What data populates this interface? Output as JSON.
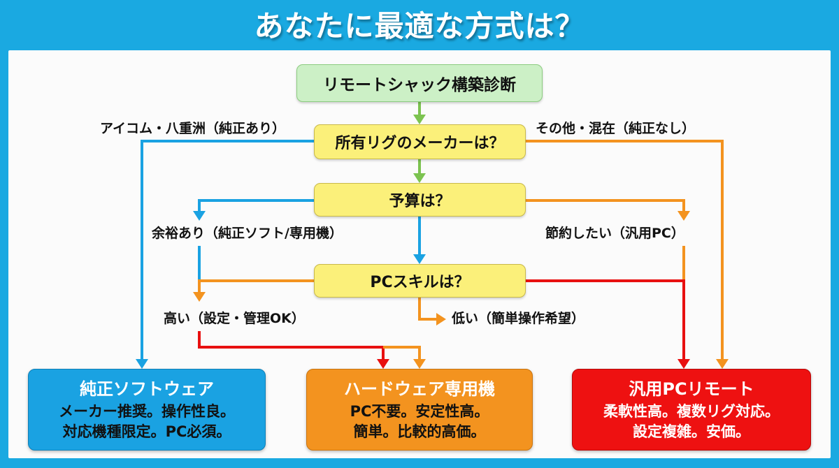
{
  "header": {
    "title": "あなたに最適な方式は？"
  },
  "colors": {
    "background": "#1aa9e1",
    "start_fill": "#ccf0c6",
    "question_fill": "#fbf07a",
    "blue": "#1aa2e2",
    "orange": "#f3931f",
    "red": "#ee1111",
    "green_arrow": "#7cc350"
  },
  "flowchart": {
    "start": {
      "label": "リモートシャック構築診断"
    },
    "questions": [
      {
        "id": "maker",
        "label": "所有リグのメーカーは？"
      },
      {
        "id": "budget",
        "label": "予算は？"
      },
      {
        "id": "skill",
        "label": "PCスキルは？"
      }
    ],
    "branch_labels": {
      "maker_yes": "アイコム・八重洲（純正あり）",
      "maker_no": "その他・混在（純正なし）",
      "budget_high": "余裕あり（純正ソフト/専用機）",
      "budget_low": "節約したい（汎用PC）",
      "skill_high": "高い（設定・管理OK）",
      "skill_low": "低い（簡単操作希望）"
    },
    "results": [
      {
        "id": "vendor-software",
        "title": "純正ソフトウェア",
        "lines": [
          "メーカー推奨。操作性良。",
          "対応機種限定。PC必須。"
        ],
        "color": "blue"
      },
      {
        "id": "dedicated-hardware",
        "title": "ハードウェア専用機",
        "lines": [
          "PC不要。安定性高。",
          "簡単。比較的高価。"
        ],
        "color": "orange"
      },
      {
        "id": "generic-pc-remote",
        "title": "汎用PCリモート",
        "lines": [
          "柔軟性高。複数リグ対応。",
          "設定複雑。安価。"
        ],
        "color": "red"
      }
    ]
  }
}
